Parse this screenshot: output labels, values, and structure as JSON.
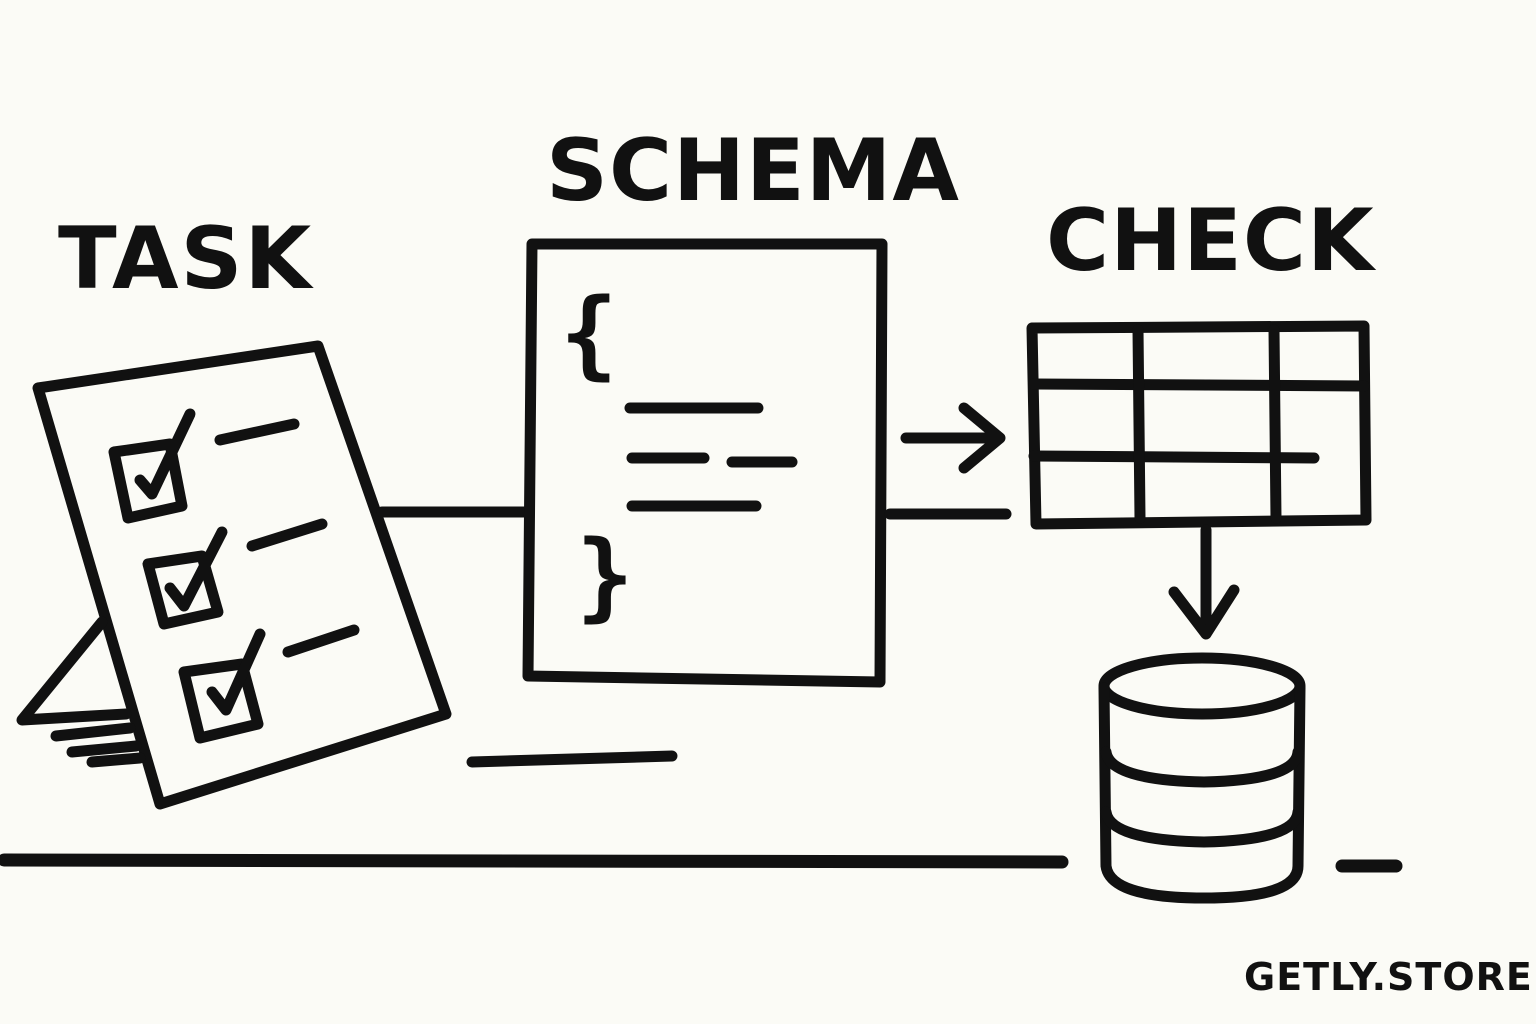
{
  "labels": {
    "task": "TASK",
    "schema": "SCHEMA",
    "check": "CHECK",
    "brand": "GETLY.STORE"
  },
  "schema_doc": {
    "open_brace": "{",
    "close_brace": "}"
  },
  "colors": {
    "background": "#fbfbf6",
    "ink": "#111111"
  },
  "icons": [
    "checklist-clipboard-icon",
    "json-schema-document-icon",
    "table-grid-icon",
    "database-cylinder-icon"
  ]
}
